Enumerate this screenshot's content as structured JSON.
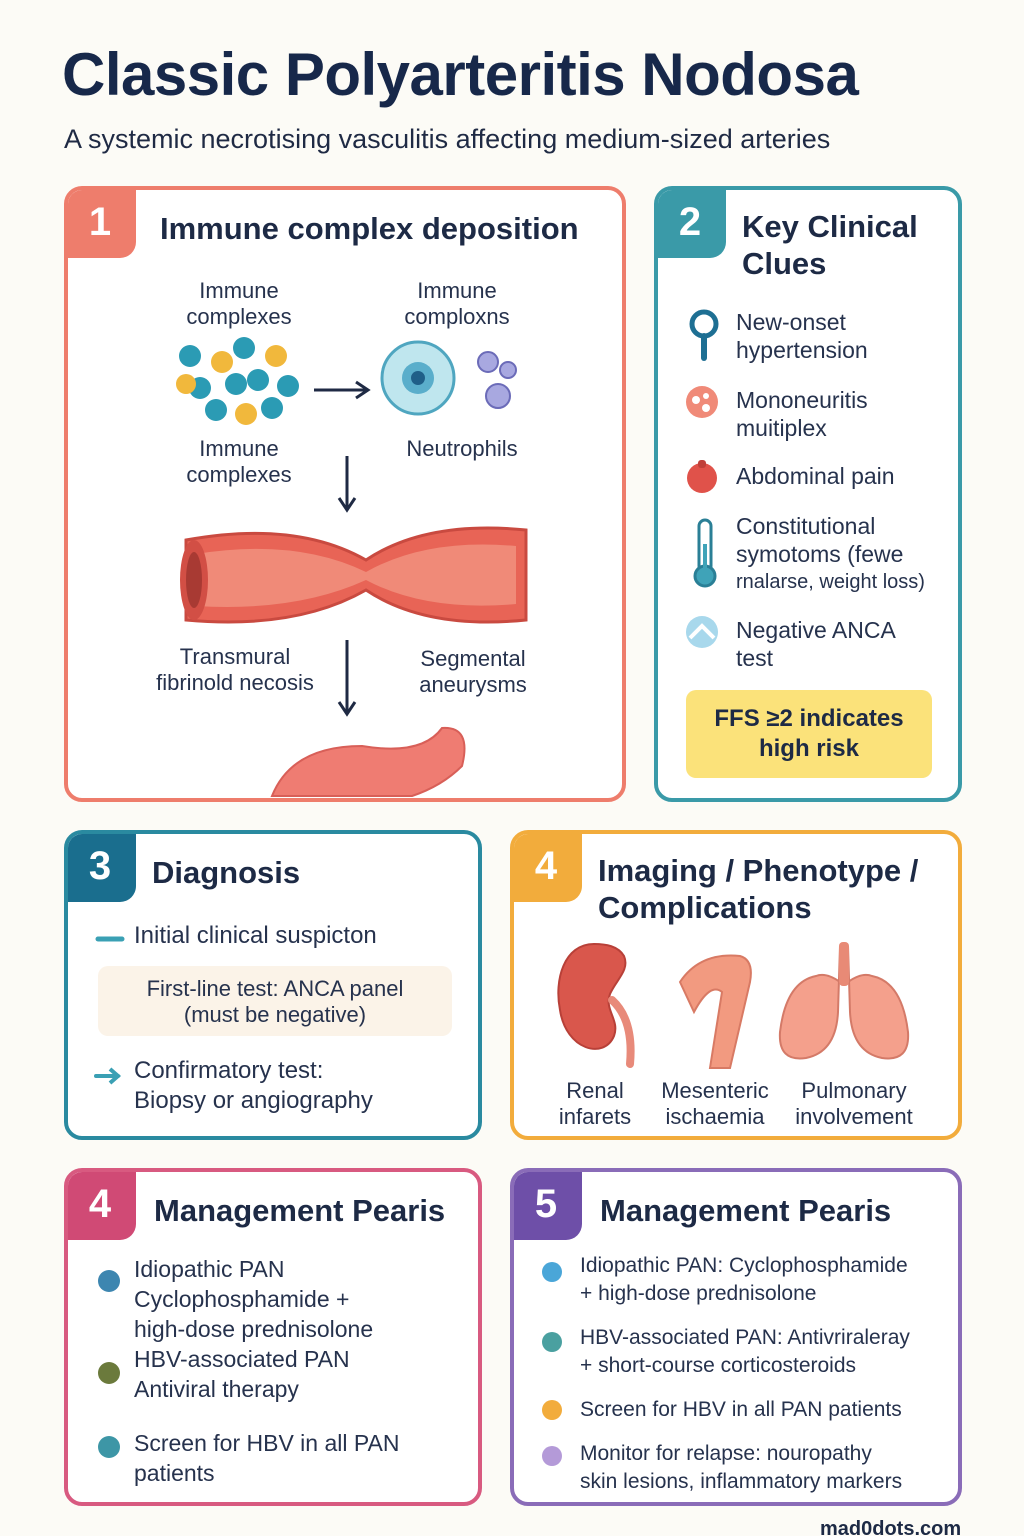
{
  "header": {
    "title": "Classic Polyarteritis Nodosa",
    "subtitle": "A systemic necrotising vasculitis affecting medium-sized arteries"
  },
  "card1": {
    "number": "1",
    "title": "Immune complex deposition",
    "label_complexes_top": "Immune\ncomplexes",
    "label_complexons": "Immune\ncomploxns",
    "label_complexes_bottom": "Immune\ncomplexes",
    "label_neutrophils": "Neutrophils",
    "label_necrosis": "Transmural\nfibrinold necosis",
    "label_aneurysms": "Segmental\naneurysms"
  },
  "card2": {
    "number": "2",
    "title": "Key Clinical\nClues",
    "clues": [
      {
        "icon": "blood-pressure-icon",
        "text": "New-onset\nhypertension"
      },
      {
        "icon": "nerve-icon",
        "text": "Mononeuritis\nmuitiplex"
      },
      {
        "icon": "abdomen-icon",
        "text": "Abdominal pain"
      },
      {
        "icon": "thermometer-icon",
        "text": "Constitutional\nsymotoms (fewe"
      },
      {
        "icon": "anca-icon",
        "text": "Negative ANCA\ntest"
      }
    ],
    "clue_extra": "rnalarse, weight loss)",
    "ffs_note": "FFS ≥2 indicates\nhigh risk",
    "colors": {
      "accent": "#3a9aa8",
      "note_bg": "#fbe27a"
    }
  },
  "card3": {
    "number": "3",
    "title": "Diagnosis",
    "step1": "Initial clinical suspicton",
    "step2": "First-line test: ANCA panel\n(must be negative)",
    "step3": "Confirmatory test:\nBiopsy or angiography"
  },
  "card4a": {
    "number": "4",
    "title": "Imaging / Phenotype /\nComplications",
    "organs": [
      {
        "icon": "kidney-icon",
        "label": "Renal\ninfarets"
      },
      {
        "icon": "intestine-icon",
        "label": "Mesenteric\nischaemia"
      },
      {
        "icon": "lungs-icon",
        "label": "Pulmonary\ninvolvement"
      }
    ]
  },
  "card4b": {
    "number": "4",
    "title": "Management Pearis",
    "items": [
      "Idiopathic PAN\nCyclophosphamide +\nhigh-dose prednisolone",
      "HBV-associated PAN\nAntiviral therapy",
      "Screen for HBV in all PAN\npatients"
    ]
  },
  "card5": {
    "number": "5",
    "title": "Management Pearis",
    "items": [
      "Idiopathic PAN: Cyclophosphamide\n+ high-dose prednisolone",
      "HBV-associated PAN: Antivriraleray\n+ short-course corticosteroids",
      "Screen for HBV in all PAN patients",
      "Monitor for relapse: nouropathy\nskin lesions, inflammatory markers"
    ]
  },
  "footer": {
    "credit": "mad0dots.com"
  },
  "colors": {
    "card1": "#ee7d6c",
    "card2": "#3a9aa8",
    "card3": "#2a8aa0",
    "card4a": "#f2ac3c",
    "card4b": "#d85a80",
    "card5": "#8a6cb8"
  }
}
